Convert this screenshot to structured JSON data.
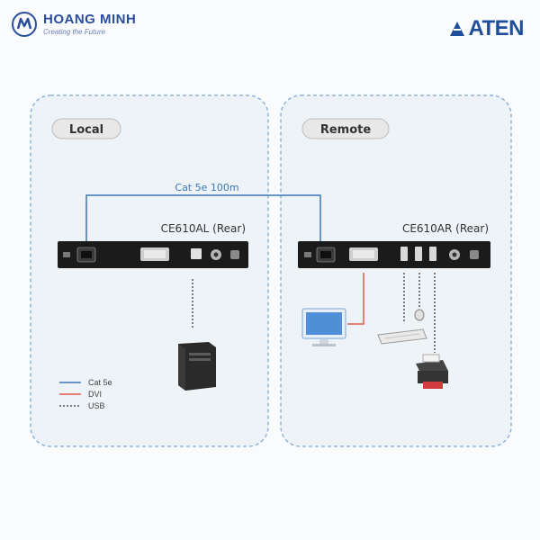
{
  "header": {
    "brand_name": "HOANG MINH",
    "brand_tagline": "Creating the Future",
    "aten_logo": "ATEN"
  },
  "diagram": {
    "local_label": "Local",
    "remote_label": "Remote",
    "cable_label": "Cat 5e 100m",
    "local_device": "CE610AL (Rear)",
    "remote_device": "CE610AR (Rear)"
  },
  "legend": [
    {
      "label": "Cat 5e",
      "color": "#3a78b5",
      "style": "solid"
    },
    {
      "label": "DVI",
      "color": "#e05a50",
      "style": "solid"
    },
    {
      "label": "USB",
      "color": "#555555",
      "style": "dashed"
    }
  ],
  "colors": {
    "cat5e": "#3a78b5",
    "dvi": "#e05a50",
    "usb": "#555555",
    "zone_border": "#8fb4d9",
    "zone_fill": "#eef3f8"
  },
  "icons": [
    "hoang-minh-logo-icon",
    "aten-logo-icon",
    "computer-tower-icon",
    "monitor-icon",
    "keyboard-icon",
    "mouse-icon",
    "printer-icon"
  ]
}
